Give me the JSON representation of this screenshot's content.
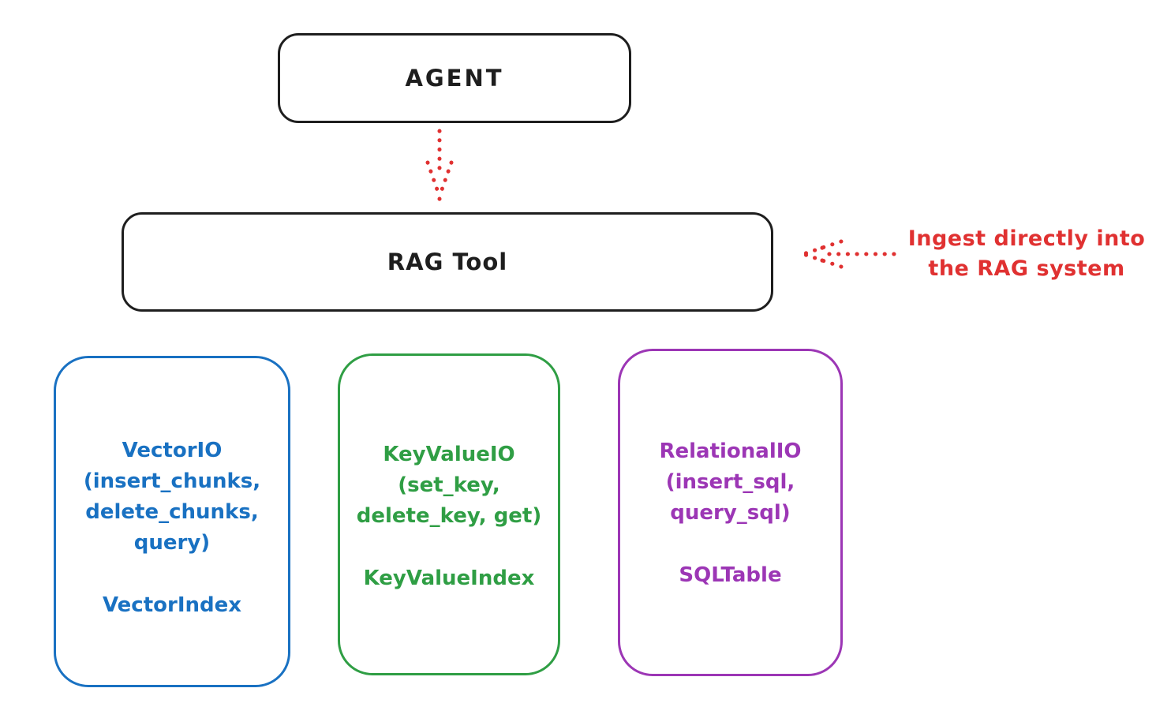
{
  "ink_color": "#1e1e1e",
  "arrow_color": "#e03131",
  "agent": {
    "label": "AGENT"
  },
  "rag_tool": {
    "label": "RAG Tool"
  },
  "annotation": {
    "color": "#e03131",
    "lines": [
      "Ingest directly into",
      "the RAG system"
    ]
  },
  "nodes": [
    {
      "name": "VectorIO",
      "color": "#1971c2",
      "signature_lines": [
        "VectorIO",
        "(insert_chunks,",
        "delete_chunks,",
        "query)"
      ],
      "index_label": "VectorIndex"
    },
    {
      "name": "KeyValueIO",
      "color": "#2f9e44",
      "signature_lines": [
        "KeyValueIO",
        "(set_key,",
        "delete_key, get)"
      ],
      "index_label": "KeyValueIndex"
    },
    {
      "name": "RelationalIO",
      "color": "#9c36b5",
      "signature_lines": [
        "RelationalIO",
        "(insert_sql,",
        "query_sql)"
      ],
      "index_label": "SQLTable"
    }
  ]
}
